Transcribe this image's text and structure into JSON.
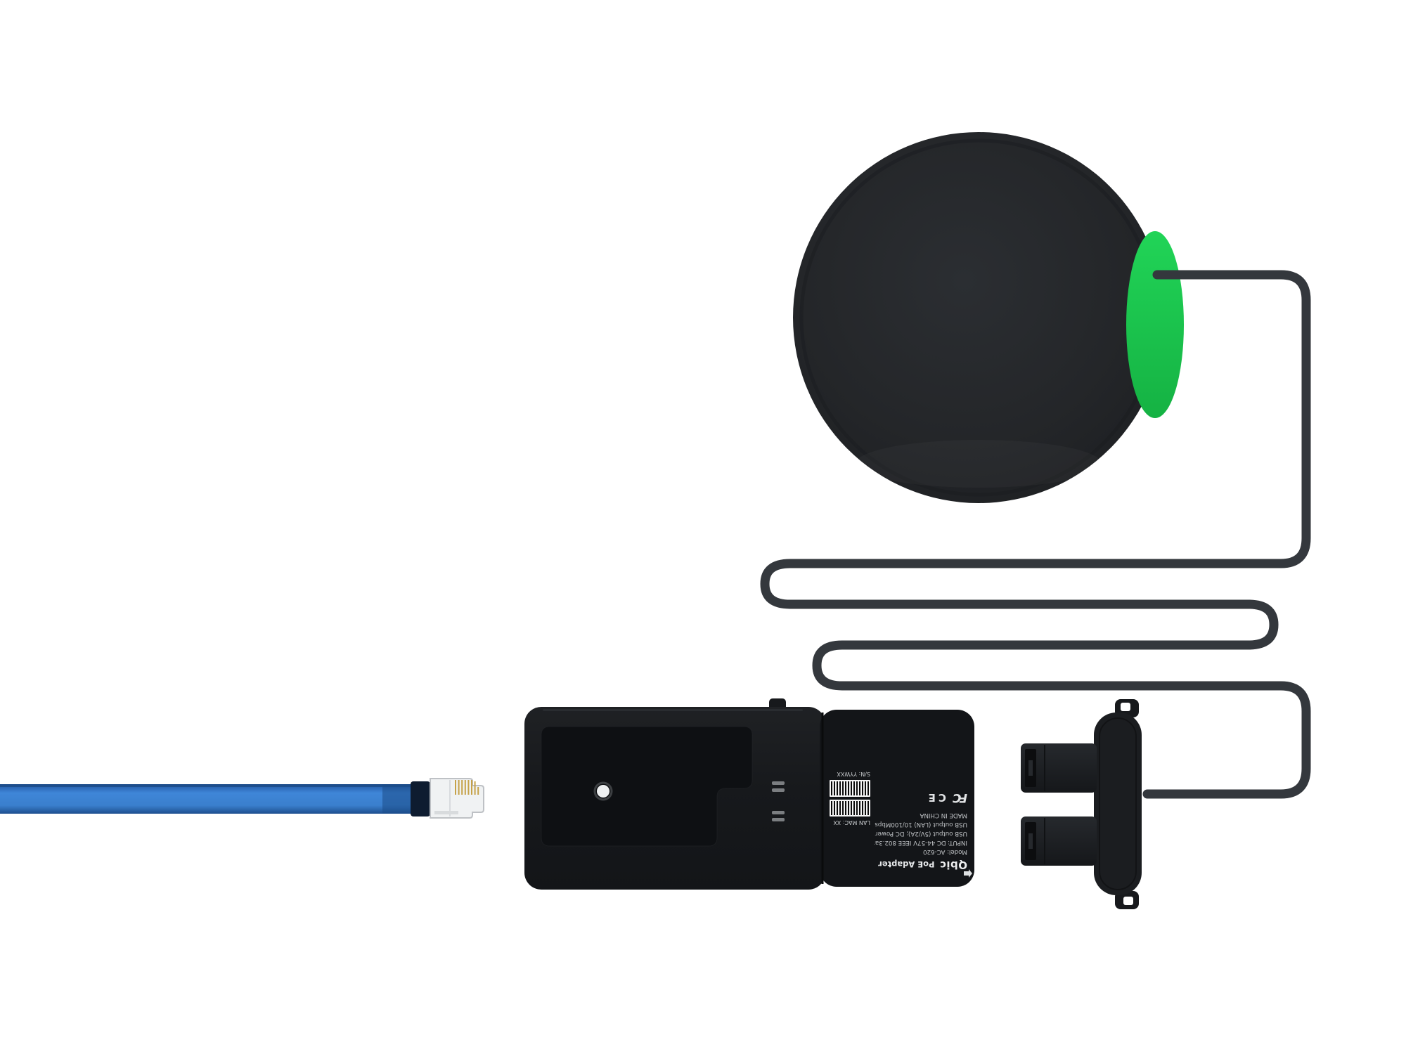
{
  "scene": {
    "background": "#ffffff"
  },
  "colors": {
    "puck_body": "#232528",
    "accent_green": "#1ec750",
    "power_cable": "#34383d",
    "ethernet_blue": "#3c82d2",
    "adapter_body": "#17191c",
    "label_text": "#c7cacd"
  },
  "adapter_label": {
    "brand": "Qbic",
    "product": "PoE Adapter",
    "model": "Model: AC-620",
    "input": "INPUT: DC 44-57V IEEE 802.3af",
    "usb_power_output": "USB output (5V/2A); DC Power",
    "usb_lan_output": "USB output (LAN) 10/100Mbps",
    "origin": "MADE IN CHINA",
    "mac": "LAN MAC: XX",
    "serial": "S/N: YYWXX",
    "fcc_mark": "FC",
    "ce_mark": "CE"
  }
}
